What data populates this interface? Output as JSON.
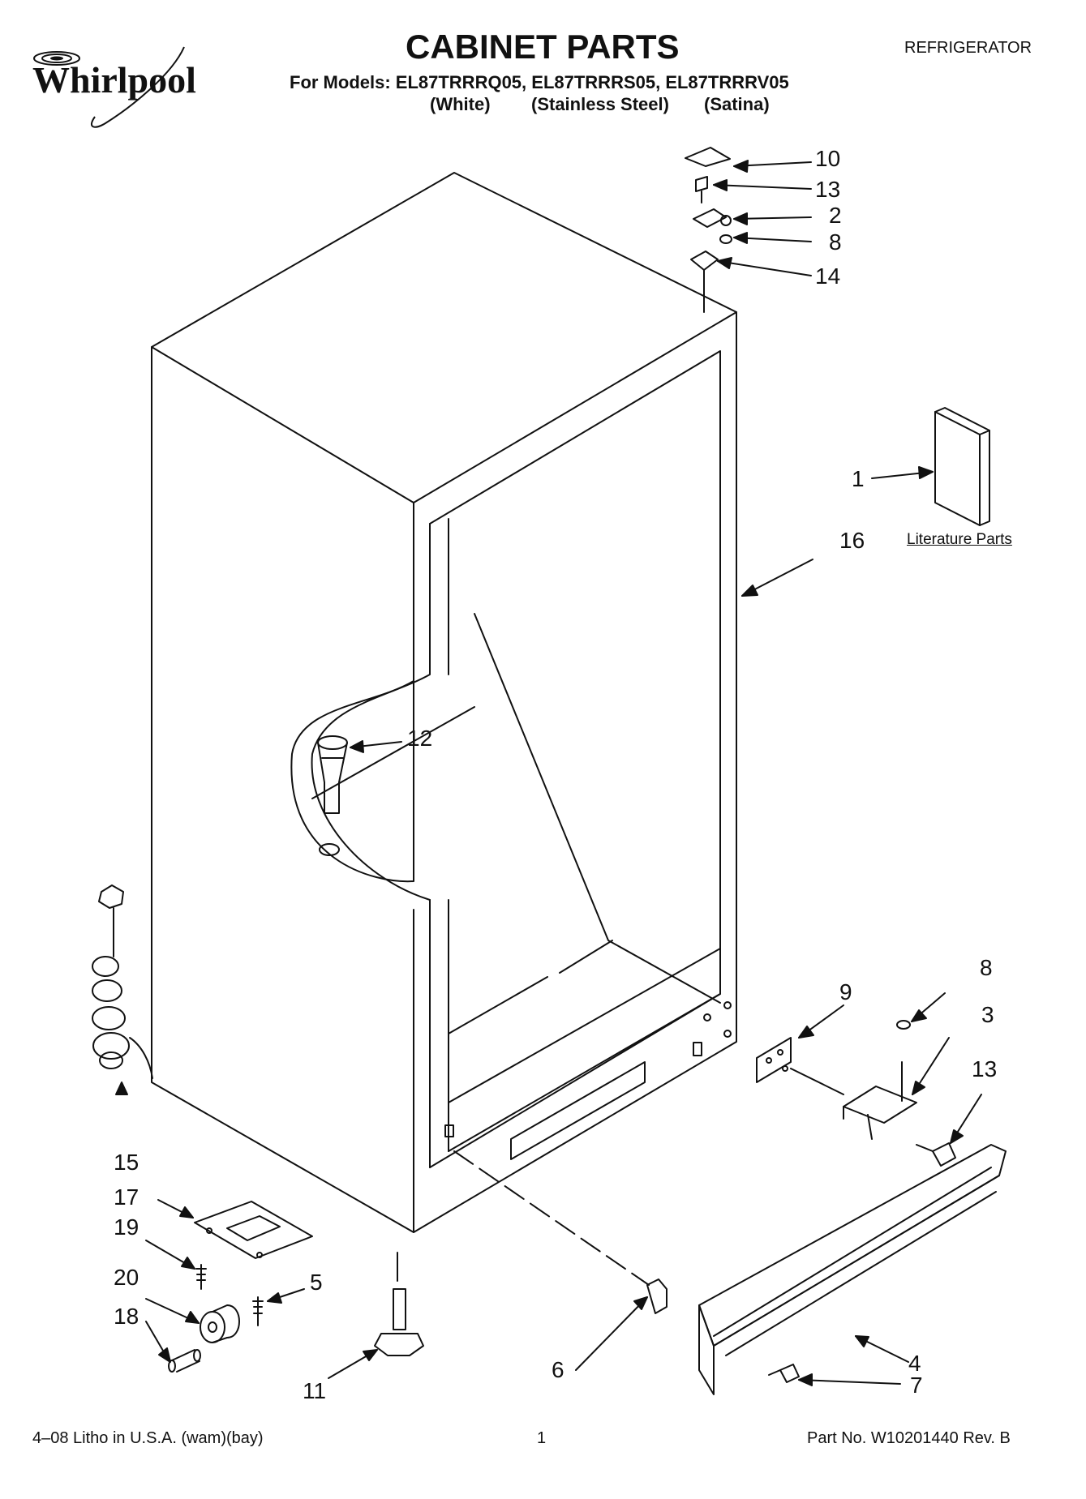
{
  "header": {
    "brand": "Whirlpool",
    "title": "CABINET PARTS",
    "doc_type": "REFRIGERATOR",
    "models_line": "For Models: EL87TRRRQ05, EL87TRRRS05, EL87TRRRV05",
    "variants": [
      "(White)",
      "(Stainless Steel)",
      "(Satina)"
    ]
  },
  "literature_label": "Literature Parts",
  "callouts": [
    "10",
    "13",
    "2",
    "8",
    "14",
    "1",
    "16",
    "12",
    "8",
    "9",
    "3",
    "13",
    "15",
    "17",
    "19",
    "20",
    "5",
    "18",
    "4",
    "6",
    "7",
    "11"
  ],
  "footer": {
    "litho": "4–08 Litho in U.S.A. (wam)(bay)",
    "page_number": "1",
    "part_number": "Part No. W10201440 Rev. B"
  }
}
